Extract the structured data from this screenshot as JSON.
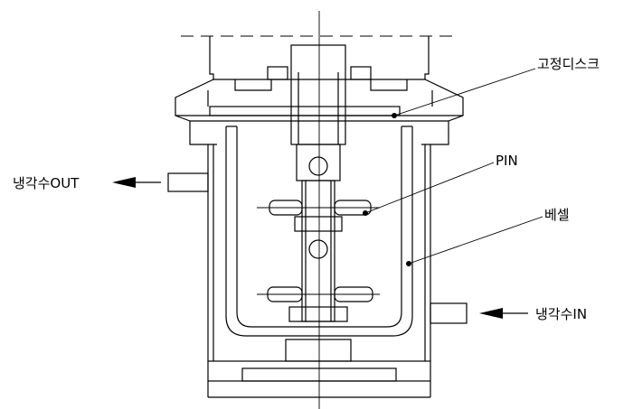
{
  "labels": {
    "fixed_disc": "고정디스크",
    "pin": "PIN",
    "vessel": "베셀",
    "coolant_out": "냉각수OUT",
    "coolant_in": "냉각수IN"
  },
  "colors": {
    "line": "#000000",
    "background": "#ffffff"
  }
}
